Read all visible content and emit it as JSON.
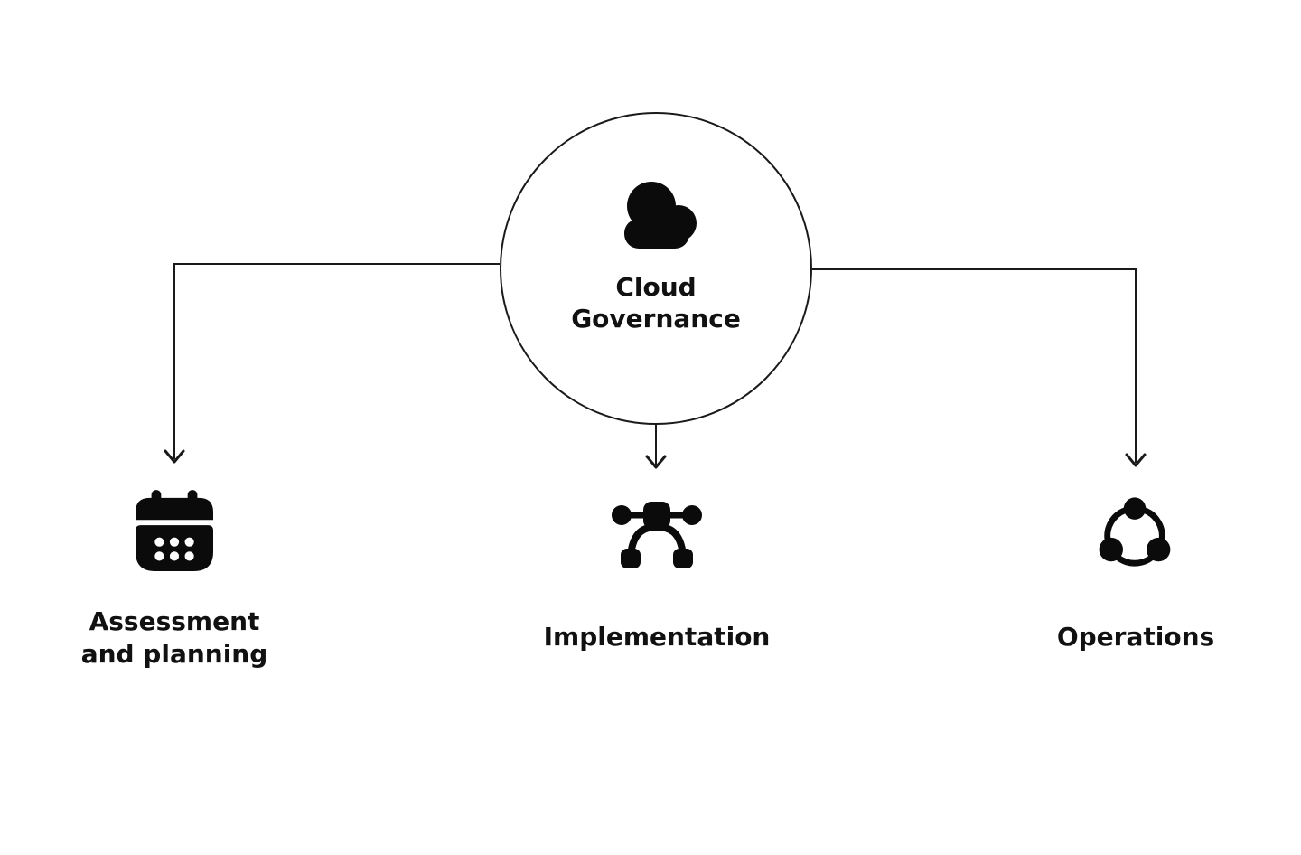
{
  "diagram": {
    "root": {
      "label": "Cloud Governance",
      "icon": "cloud-icon"
    },
    "children": [
      {
        "label": "Assessment and planning",
        "icon": "calendar-icon"
      },
      {
        "label": "Implementation",
        "icon": "vector-nodes-icon"
      },
      {
        "label": "Operations",
        "icon": "share-network-icon"
      }
    ],
    "colors": {
      "background": "#ffffff",
      "foreground": "#111111",
      "line": "#1a1a1a",
      "icon": "#0b0b0b"
    }
  }
}
